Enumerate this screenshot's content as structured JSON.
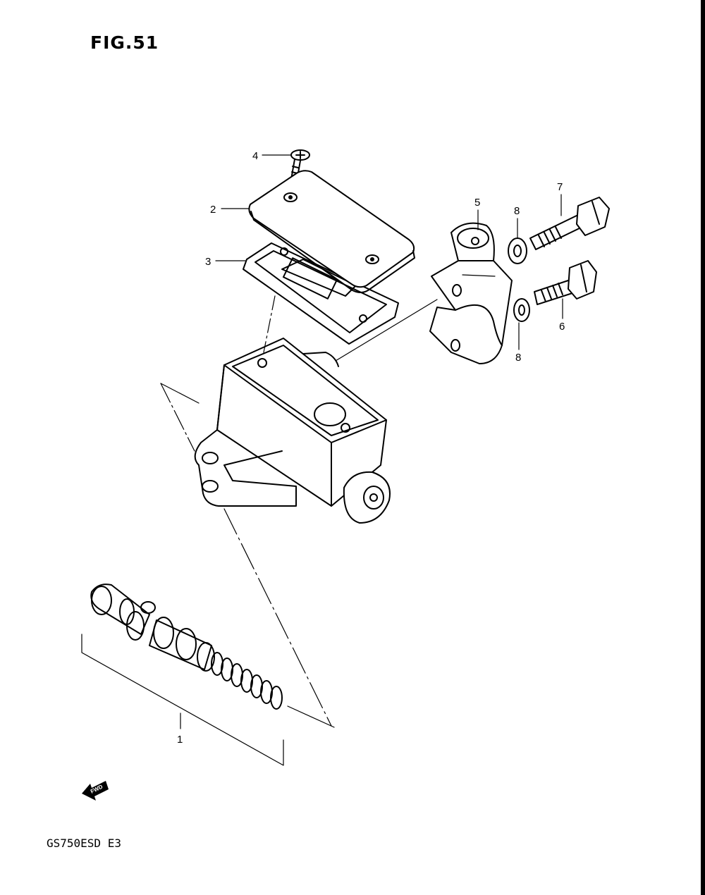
{
  "figure": {
    "title": "FIG.51",
    "model_code": "GS750ESD E3",
    "fwd_label": "FWD"
  },
  "callouts": {
    "c1": "1",
    "c2": "2",
    "c3": "3",
    "c4": "4",
    "c5": "5",
    "c6": "6",
    "c7": "7",
    "c8_upper": "8",
    "c8_lower": "8"
  }
}
